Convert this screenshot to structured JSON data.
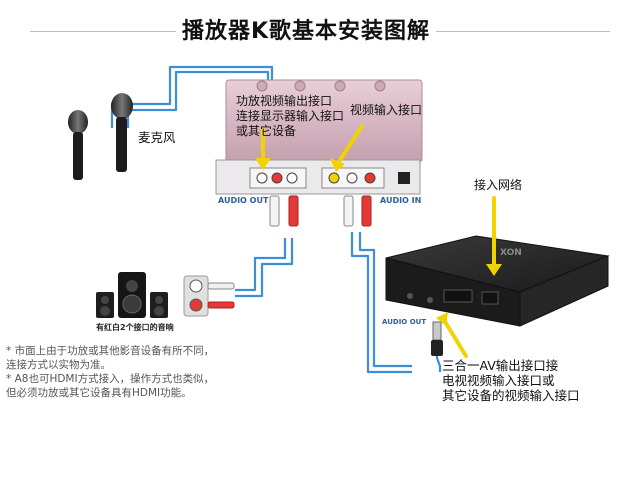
{
  "title": "播放器K歌基本安装图解",
  "labels": {
    "microphone": "麦克风",
    "amp_output_lines": [
      "功放视频输出接口",
      "连接显示器输入接口",
      "或其它设备"
    ],
    "video_input": "视频输入接口",
    "network": "接入网络",
    "speaker_caption": "有红白2个接口的音响",
    "av_output_lines": [
      "三合一AV输出接口接",
      "电视视频输入接口或",
      "其它设备的视频输入接口"
    ]
  },
  "device_labels": {
    "audio_out": "AUDIO OUT",
    "audio_in": "AUDIO IN",
    "box_audio_out": "AUDIO OUT",
    "box_brand": "XON"
  },
  "notes": [
    "* 市面上由于功放或其他影音设备有所不同，",
    "  连接方式以实物为准。",
    "* A8也可HDMI方式接入，操作方式也类似，",
    "  但必须功放或其它设备具有HDMI功能。"
  ],
  "colors": {
    "cable_blue": "#3a8fd6",
    "arrow_yellow": "#f2d200",
    "amp_body": "#d9b8c4",
    "box_body": "#2b2b2b"
  }
}
